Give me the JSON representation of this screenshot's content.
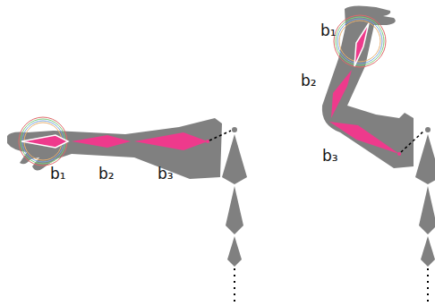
{
  "diagram": {
    "labels": [
      "b₁",
      "b₂",
      "b₃",
      "b₁",
      "b₂",
      "b₃"
    ]
  }
}
